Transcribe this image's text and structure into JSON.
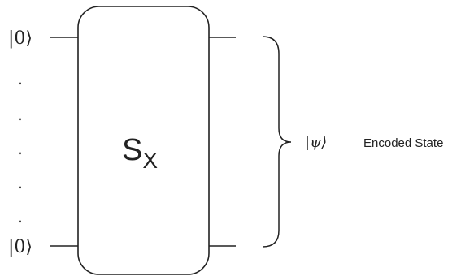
{
  "circuit": {
    "input_top_label": "|0⟩",
    "input_bottom_label": "|0⟩",
    "ellipsis_dots": [
      ".",
      ".",
      ".",
      ".",
      "."
    ],
    "gate": {
      "base": "S",
      "subscript": "X"
    },
    "output_state_label": "|ψ⟩",
    "output_description": "Encoded State"
  },
  "colors": {
    "line": "#222222",
    "background": "#ffffff"
  }
}
